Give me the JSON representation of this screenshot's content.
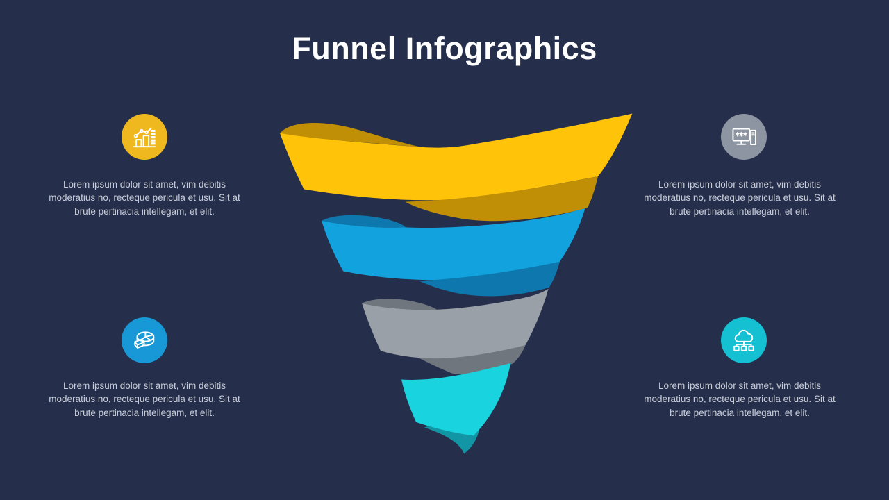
{
  "slide": {
    "title": "Funnel Infographics",
    "background_color": "#252F4B",
    "title_color": "#FFFFFF",
    "body_text_color": "#C8CDD8"
  },
  "items": [
    {
      "position": "top-left",
      "icon": "bar-chart-trend-icon",
      "circle_color": "#EFB81E",
      "text": "Lorem ipsum dolor sit amet, vim debitis moderatius no, recteque pericula et usu. Sit at brute pertinacia intellegam, et elit."
    },
    {
      "position": "top-right",
      "icon": "desktop-computer-icon",
      "circle_color": "#8C95A1",
      "text": "Lorem ipsum dolor sit amet, vim debitis moderatius no, recteque pericula et usu. Sit at brute pertinacia intellegam, et elit."
    },
    {
      "position": "bottom-left",
      "icon": "pie-chart-3d-icon",
      "circle_color": "#1898D6",
      "text": "Lorem ipsum dolor sit amet, vim debitis moderatius no, recteque pericula et usu. Sit at brute pertinacia intellegam, et elit."
    },
    {
      "position": "bottom-right",
      "icon": "cloud-network-icon",
      "circle_color": "#14C0D2",
      "text": "Lorem ipsum dolor sit amet, vim debitis moderatius no, recteque pericula et usu. Sit at brute pertinacia intellegam, et elit."
    }
  ],
  "funnel": {
    "type": "spiral-ribbon-funnel",
    "levels": [
      {
        "name": "level-1",
        "front": "#FFC40A",
        "back": "#C18F06"
      },
      {
        "name": "level-2",
        "front": "#12A3DE",
        "back": "#0E78AE"
      },
      {
        "name": "level-3",
        "front": "#9AA0A8",
        "back": "#70767E"
      },
      {
        "name": "level-4",
        "front": "#19D3DE",
        "back": "#1295A4"
      }
    ]
  }
}
